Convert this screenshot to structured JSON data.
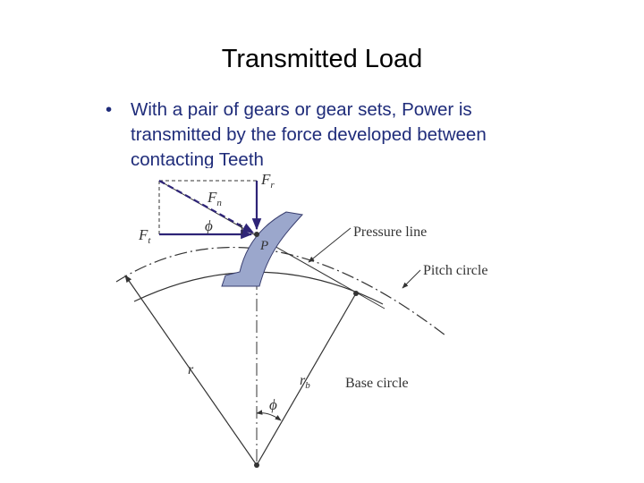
{
  "slide": {
    "title": "Transmitted Load",
    "bullet_marker": "•",
    "bullet_text": "With a pair of gears or gear sets, Power is transmitted by the force developed between contacting Teeth"
  },
  "diagram": {
    "labels": {
      "pressure_line": "Pressure line",
      "pitch_circle": "Pitch circle",
      "base_circle": "Base circle"
    },
    "symbols": {
      "F": "F",
      "sub_r": "r",
      "sub_t": "t",
      "sub_n": "n",
      "sub_b": "b",
      "phi": "ϕ",
      "P": "P",
      "r": "r"
    },
    "colors": {
      "force_arrow": "#2e2477",
      "tooth": "#9ba7cc",
      "tooth_edge": "#3a3f70",
      "lines": "#333333"
    }
  }
}
